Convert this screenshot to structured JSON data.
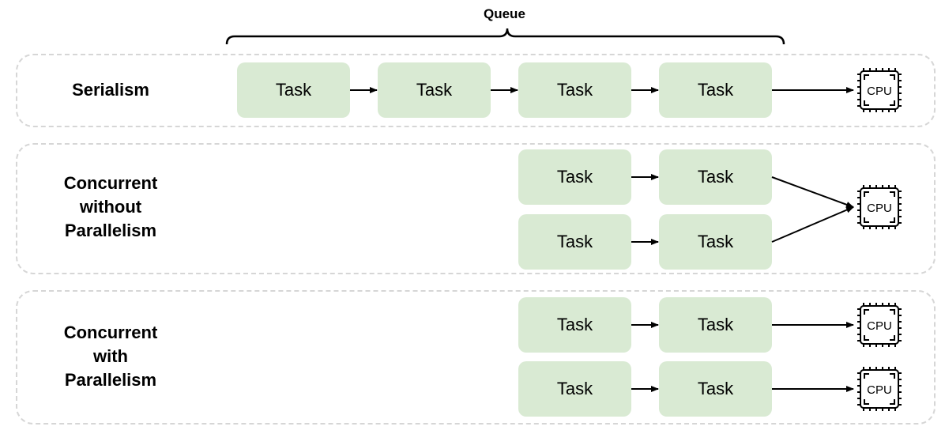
{
  "queue": {
    "label": "Queue"
  },
  "rows": [
    {
      "label": "Serialism",
      "tasks": [
        "Task",
        "Task",
        "Task",
        "Task"
      ],
      "cpus": [
        "CPU"
      ]
    },
    {
      "label": "Concurrent\nwithout\nParallelism",
      "tasks": [
        "Task",
        "Task",
        "Task",
        "Task"
      ],
      "cpus": [
        "CPU"
      ]
    },
    {
      "label": "Concurrent\nwith\nParallelism",
      "tasks": [
        "Task",
        "Task",
        "Task",
        "Task"
      ],
      "cpus": [
        "CPU",
        "CPU"
      ]
    }
  ],
  "colors": {
    "task_fill": "#d9ead3",
    "panel_border": "#d6d6d6",
    "arrow": "#000000"
  }
}
